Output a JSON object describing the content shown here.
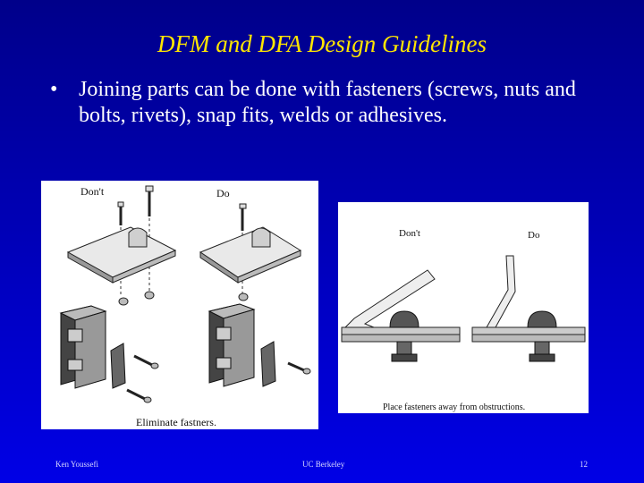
{
  "title": "DFM and DFA Design Guidelines",
  "bullet": {
    "symbol": "•",
    "text": "Joining parts can be done with fasteners (screws, nuts and bolts, rivets), snap fits, welds or adhesives."
  },
  "figure_left": {
    "label_dont": "Don't",
    "label_do": "Do",
    "caption": "Eliminate fastners."
  },
  "figure_right": {
    "label_dont": "Don't",
    "label_do": "Do",
    "caption": "Place fasteners away from obstructions."
  },
  "footer": {
    "left": "Ken Youssefi",
    "center": "UC Berkeley",
    "right": "12"
  },
  "colors": {
    "title": "#ffe600",
    "background_top": "#00008a",
    "background_bottom": "#0000e6",
    "text": "#ffffff"
  }
}
